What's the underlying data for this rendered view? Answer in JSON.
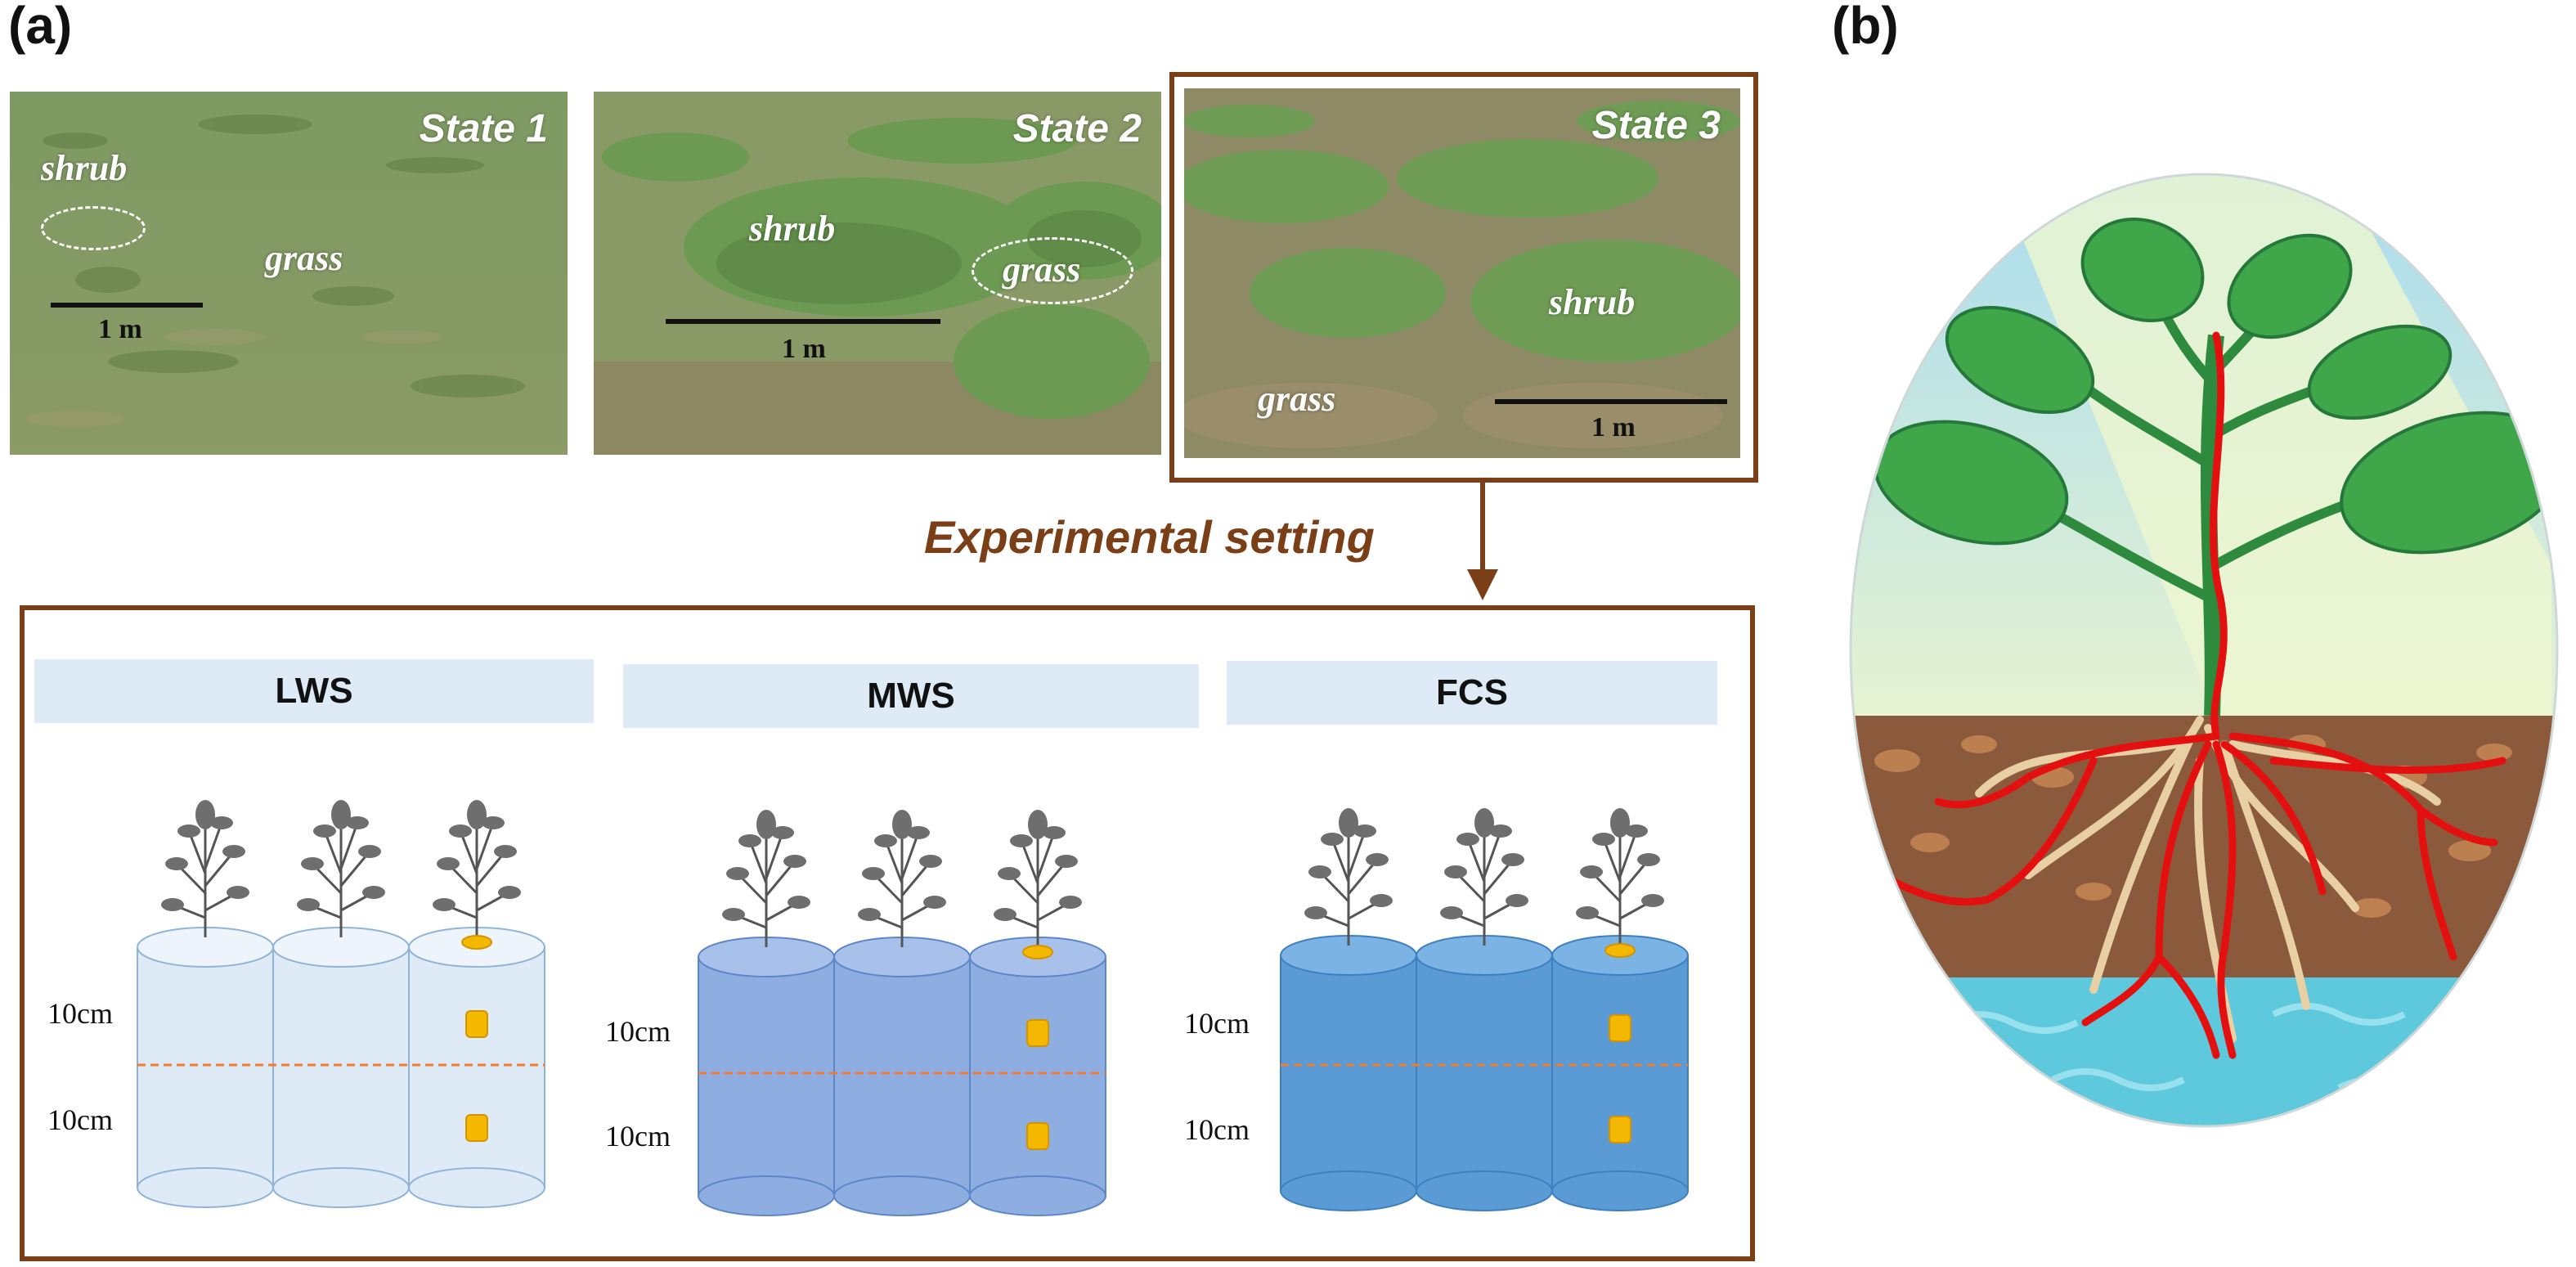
{
  "panel_a_label": "(a)",
  "panel_b_label": "(b)",
  "photos": [
    {
      "state": "State 1",
      "shrub": "shrub",
      "grass": "grass",
      "scale": "1 m"
    },
    {
      "state": "State 2",
      "shrub": "shrub",
      "grass": "grass",
      "scale": "1 m"
    },
    {
      "state": "State 3",
      "shrub": "shrub",
      "grass": "grass",
      "scale": "1 m"
    }
  ],
  "experimental_setting": "Experimental setting",
  "treatments": [
    {
      "name": "LWS",
      "depth_top": "10cm",
      "depth_bottom": "10cm",
      "color": "#dfeaf7"
    },
    {
      "name": "MWS",
      "depth_top": "10cm",
      "depth_bottom": "10cm",
      "color": "#8eaee2"
    },
    {
      "name": "FCS",
      "depth_top": "10cm",
      "depth_bottom": "10cm",
      "color": "#5b9bd5"
    }
  ],
  "colors": {
    "frame_brown": "#7a3f17",
    "dashed_orange": "#ed7d31",
    "sensor_yellow": "#f5b800",
    "root_red": "#e41010",
    "soil_brown": "#8b5a3c",
    "water_blue": "#5ec8dc"
  },
  "icons": [
    "plant-sketch-icon",
    "soil-sensor-icon",
    "arrow-down-icon"
  ]
}
